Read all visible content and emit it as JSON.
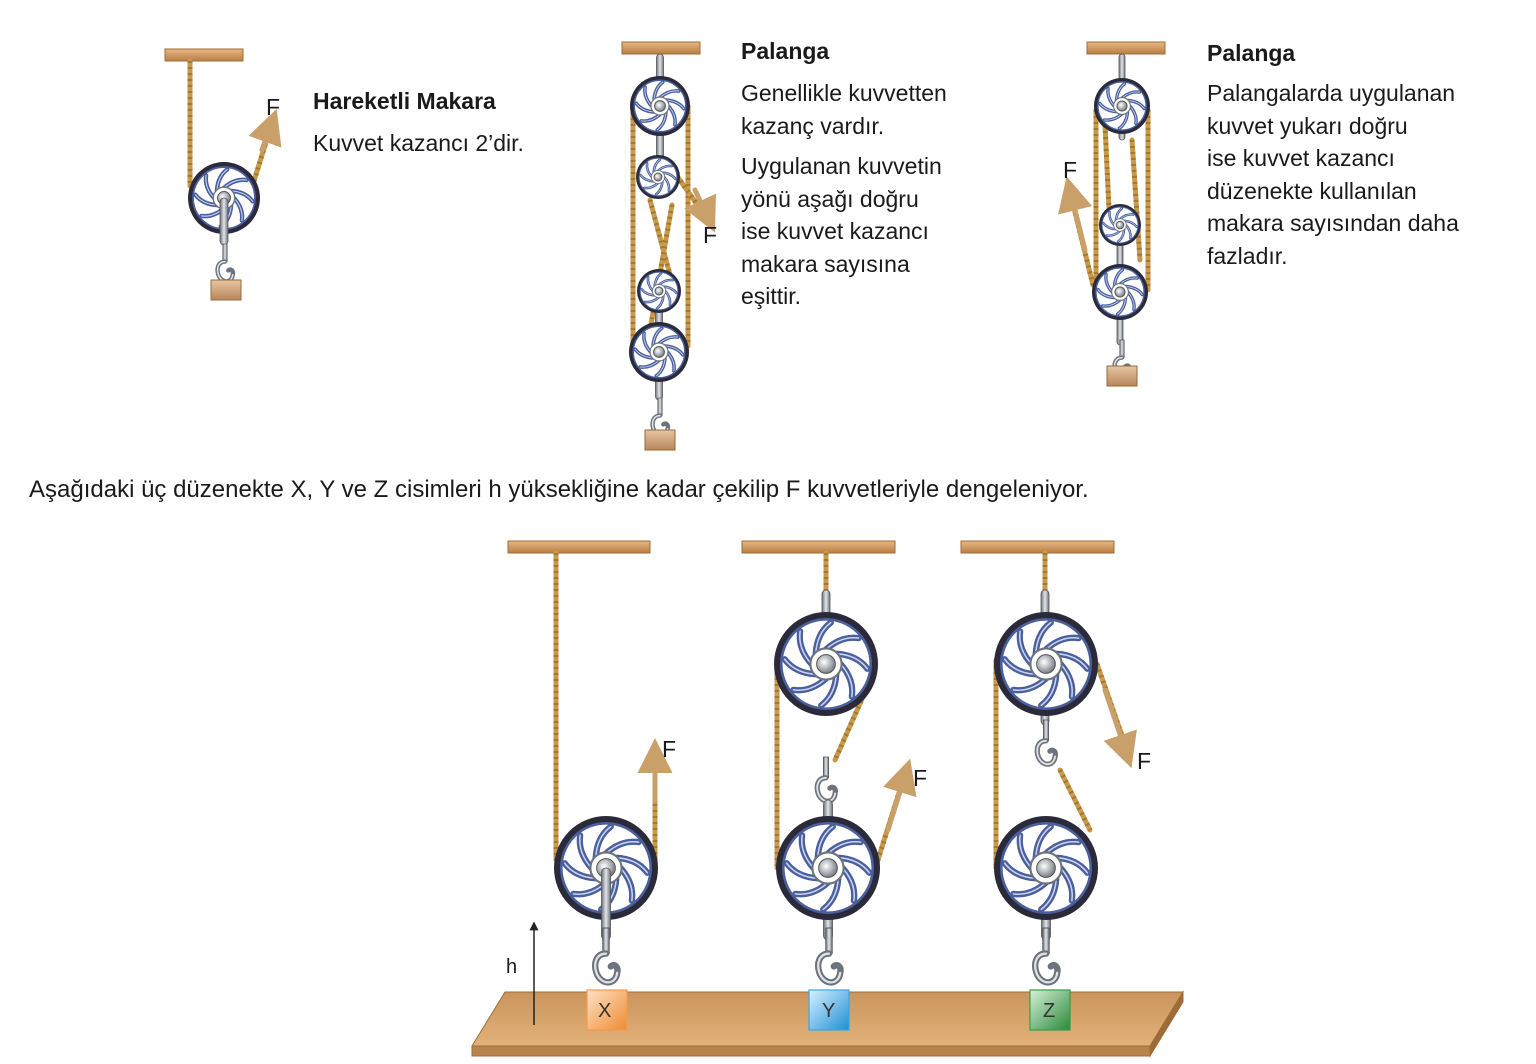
{
  "top": {
    "movable": {
      "title": "Hareketli Makara",
      "text": "Kuvvet kazancı 2’dir.",
      "force_label": "F"
    },
    "block_down": {
      "title": "Palanga",
      "para1": [
        "Genellikle kuvvetten",
        "kazanç vardır."
      ],
      "para2": [
        "Uygulanan kuvvetin",
        "yönü aşağı doğru",
        "ise kuvvet kazancı",
        "makara sayısına",
        "eşittir."
      ],
      "force_label": "F"
    },
    "block_up": {
      "title": "Palanga",
      "para": [
        "Palangalarda uygulanan",
        "kuvvet yukarı doğru",
        "ise kuvvet kazancı",
        "düzenekte kullanılan",
        "makara sayısından daha",
        "fazladır."
      ],
      "force_label": "F"
    }
  },
  "question": "Aşağıdaki üç düzenekte X, Y ve Z cisimleri h yüksekliğine kadar çekilip F kuvvetleriyle dengeleniyor.",
  "bottom": {
    "height_label": "h",
    "force_labels": [
      "F",
      "F",
      "F"
    ],
    "objects": [
      {
        "label": "X",
        "color": "#f39a4a"
      },
      {
        "label": "Y",
        "color": "#3aa6e0"
      },
      {
        "label": "Z",
        "color": "#3a9a4a"
      }
    ]
  },
  "colors": {
    "wood": "#d9a56b",
    "rope": "#c89a4a",
    "pulley_blue": "#4a5f9c",
    "pulley_dark": "#2a2a3a",
    "steel": "#9aa0a8",
    "arrow": "#c9a06a"
  }
}
